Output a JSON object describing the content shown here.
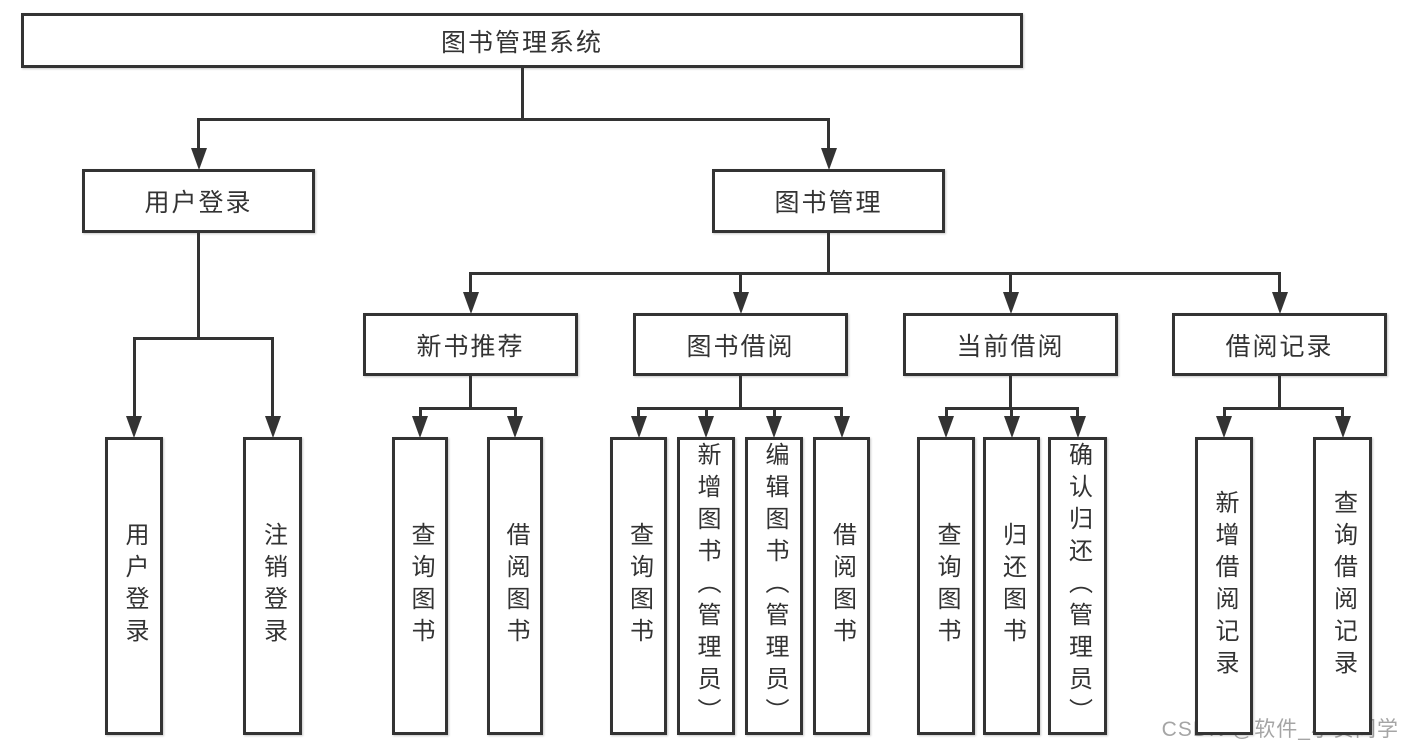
{
  "diagram": {
    "type": "hierarchy-tree",
    "nodes": [
      {
        "id": "root",
        "label": "图书管理系统",
        "parent": null
      },
      {
        "id": "user-login",
        "label": "用户登录",
        "parent": "root"
      },
      {
        "id": "book-mgmt",
        "label": "图书管理",
        "parent": "root"
      },
      {
        "id": "login",
        "label": "用户登录",
        "parent": "user-login"
      },
      {
        "id": "logout",
        "label": "注销登录",
        "parent": "user-login"
      },
      {
        "id": "new-book-rec",
        "label": "新书推荐",
        "parent": "book-mgmt"
      },
      {
        "id": "book-borrow",
        "label": "图书借阅",
        "parent": "book-mgmt"
      },
      {
        "id": "current-borrow",
        "label": "当前借阅",
        "parent": "book-mgmt"
      },
      {
        "id": "borrow-records",
        "label": "借阅记录",
        "parent": "book-mgmt"
      },
      {
        "id": "rec-query-book",
        "label": "查询图书",
        "parent": "new-book-rec"
      },
      {
        "id": "rec-borrow-book",
        "label": "借阅图书",
        "parent": "new-book-rec"
      },
      {
        "id": "bb-query-book",
        "label": "查询图书",
        "parent": "book-borrow"
      },
      {
        "id": "bb-add-book",
        "label": "新增图书（管理员）",
        "parent": "book-borrow"
      },
      {
        "id": "bb-edit-book",
        "label": "编辑图书（管理员）",
        "parent": "book-borrow"
      },
      {
        "id": "bb-borrow-book",
        "label": "借阅图书",
        "parent": "book-borrow"
      },
      {
        "id": "cb-query-book",
        "label": "查询图书",
        "parent": "current-borrow"
      },
      {
        "id": "cb-return-book",
        "label": "归还图书",
        "parent": "current-borrow"
      },
      {
        "id": "cb-confirm-return",
        "label": "确认归还（管理员）",
        "parent": "current-borrow"
      },
      {
        "id": "br-add-record",
        "label": "新增借阅记录",
        "parent": "borrow-records"
      },
      {
        "id": "br-query-record",
        "label": "查询借阅记录",
        "parent": "borrow-records"
      }
    ],
    "colors": {
      "line": "#333333",
      "text": "#333333",
      "background": "#ffffff",
      "watermark": "#a5a5a5"
    }
  },
  "watermark": {
    "text": "CSDN @软件_小贺同学"
  }
}
